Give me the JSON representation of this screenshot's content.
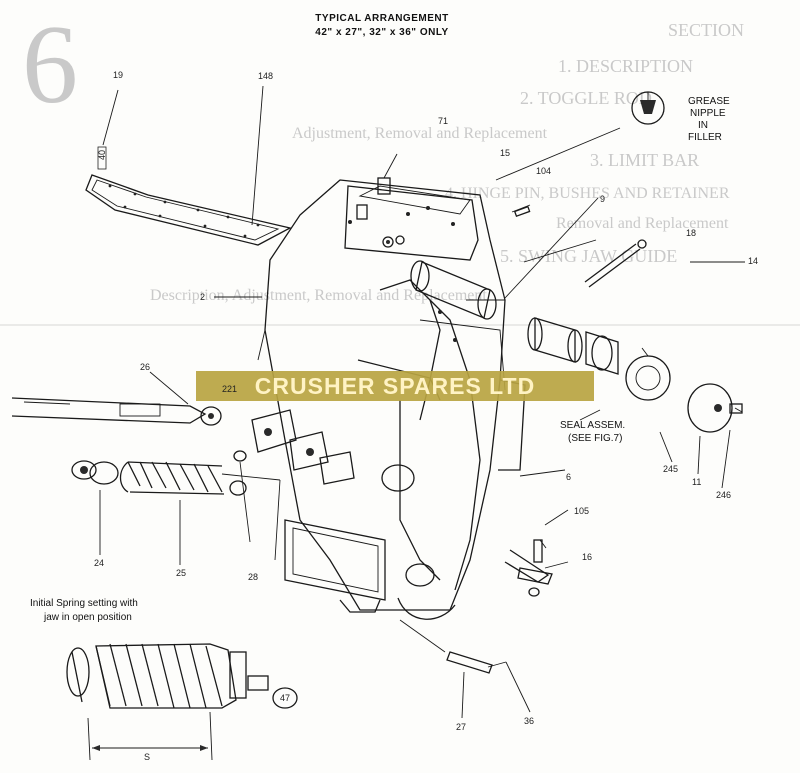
{
  "header": {
    "title": "TYPICAL ARRANGEMENT",
    "subtitle": "42\" x 27\", 32\" x 36\" ONLY"
  },
  "background_page": {
    "section_number": "6",
    "section_heading": "SECTION",
    "items": [
      "1.   DESCRIPTION",
      "2.   TOGGLE ROD",
      "Adjustment, Removal and Replacement",
      "3.   LIMIT BAR",
      "4.   HINGE PIN, BUSHES AND RETAINER",
      "Removal and Replacement",
      "5.   SWING JAW GUIDE",
      "Description, Adjustment, Removal and Replacement"
    ]
  },
  "watermark": {
    "text": "CRUSHER SPARES LTD",
    "background_color": "#b9a441",
    "text_color": "#fff3c4"
  },
  "notes": {
    "grease": [
      "GREASE",
      "NIPPLE",
      "IN",
      "FILLER"
    ],
    "seal": [
      "SEAL ASSEM.",
      "(SEE FIG.7)"
    ],
    "spring_caption": [
      "Initial Spring setting with",
      "jaw in open position"
    ],
    "dimension": "S"
  },
  "part_labels": {
    "p19": "19",
    "p148": "148",
    "p40": "40",
    "p71": "71",
    "p15": "15",
    "p104": "104",
    "p9": "9",
    "p18": "18",
    "p14": "14",
    "p2": "2",
    "p26": "26",
    "p221": "221",
    "p6": "6",
    "p105": "105",
    "p16": "16",
    "p24": "24",
    "p25": "25",
    "p28": "28",
    "p27": "27",
    "p36": "36",
    "p245": "245",
    "p11": "11",
    "p246": "246",
    "p47": "47"
  }
}
